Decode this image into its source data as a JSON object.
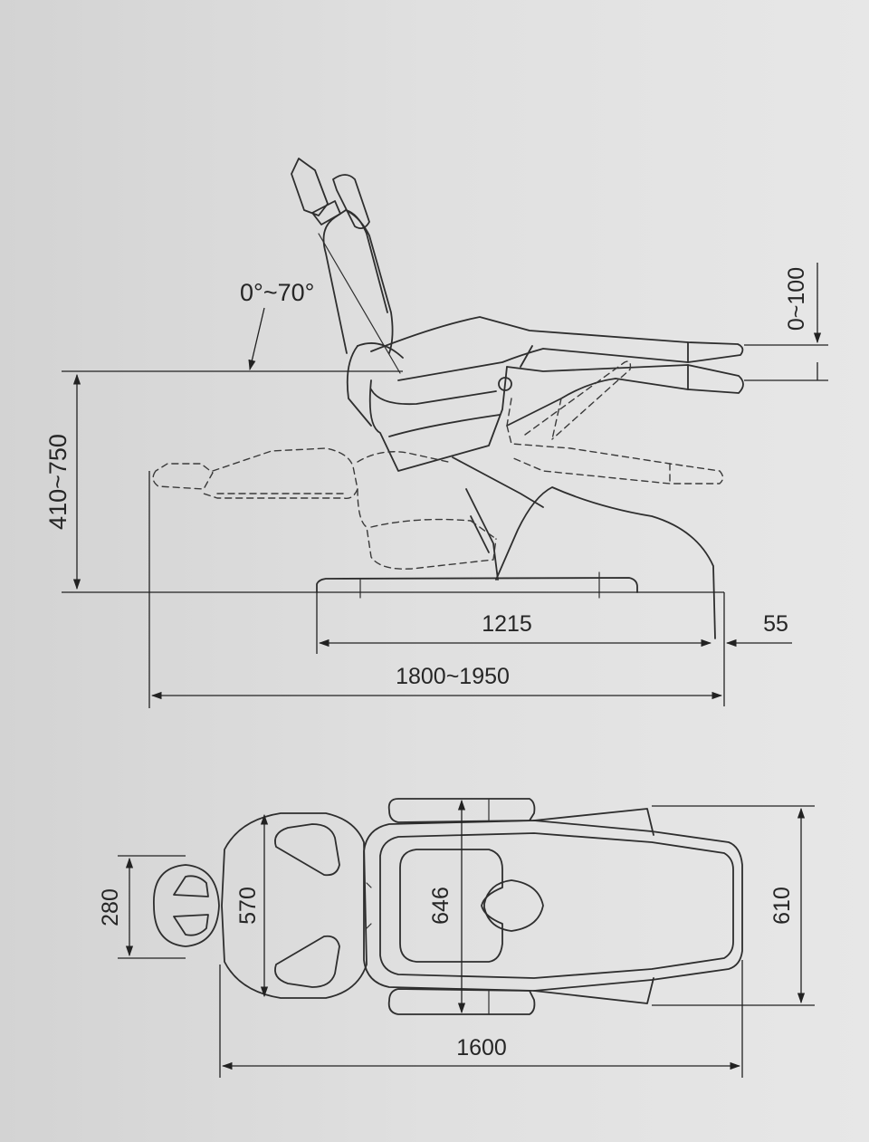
{
  "side_view": {
    "angle_label": "0°~70°",
    "legrest_lift_label": "0~100",
    "seat_height_label": "410~750",
    "base_length_label": "1215",
    "base_offset_label": "55",
    "total_length_label": "1800~1950"
  },
  "top_view": {
    "headrest_width_label": "280",
    "backrest_width_label": "570",
    "seat_width_label": "646",
    "total_width_label": "610",
    "total_length_label": "1600"
  }
}
